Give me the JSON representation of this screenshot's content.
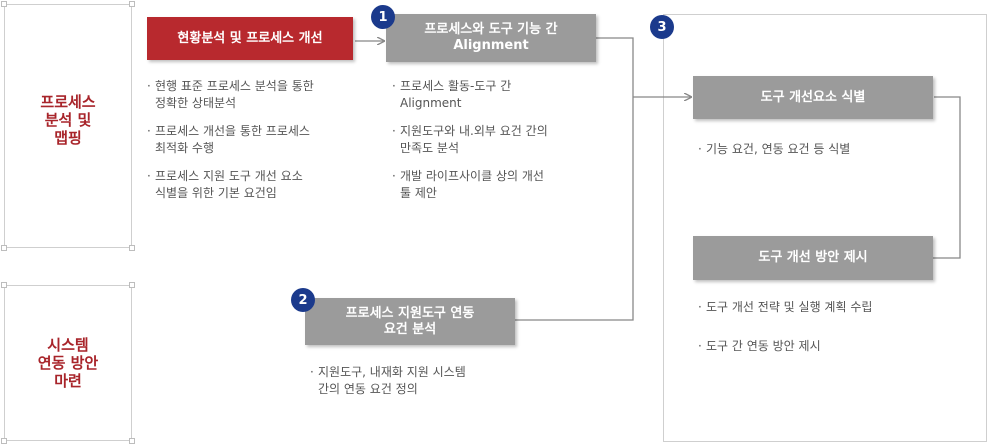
{
  "side_labels": {
    "top": "프로세스\n분석 및\n맵핑",
    "bottom": "시스템\n연동 방안\n마련"
  },
  "boxes": {
    "analysis": "현황분석 및 프로세스 개선",
    "alignment": "프로세스와 도구 기능 간\nAlignment",
    "support": "프로세스 지원도구 연동\n요건 분석",
    "identify": "도구 개선요소 식별",
    "proposal": "도구 개선 방안 제시"
  },
  "badges": {
    "b1": "1",
    "b2": "2",
    "b3": "3"
  },
  "bullets": {
    "analysis": [
      "현행 표준 프로세스 분석을 통한\n정확한 상태분석",
      "프로세스 개선을 통한 프로세스\n최적화 수행",
      "프로세스 지원 도구 개선 요소\n식별을 위한 기본  요건임"
    ],
    "alignment": [
      "프로세스 활동-도구 간\nAlignment",
      "지원도구와 내.외부 요건 간의\n만족도 분석",
      "개발 라이프사이클 상의 개선\n툴 제안"
    ],
    "support": [
      "지원도구, 내재화 지원 시스템\n간의 연동 요건 정의"
    ],
    "identify": [
      "기능 요건, 연동 요건 등 식별"
    ],
    "proposal": [
      "도구 개선 전략 및  실행 계획 수립",
      "도구 간 연동 방안  제시"
    ]
  },
  "colors": {
    "accent_red": "#b8292e",
    "box_gray": "#9b9b9b",
    "badge_navy": "#1b3a8c",
    "label_red": "#a8242a"
  }
}
